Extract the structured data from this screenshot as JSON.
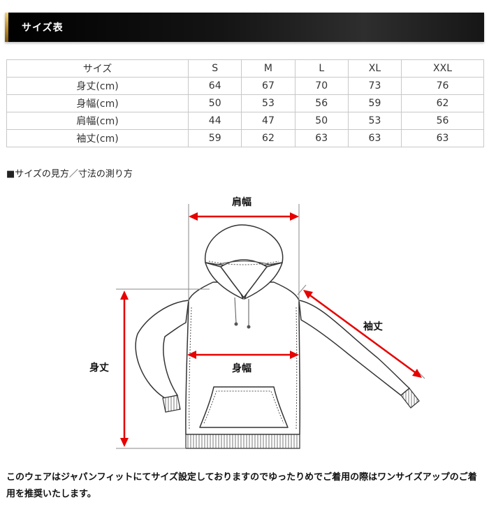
{
  "header": {
    "title": "サイズ表"
  },
  "size_table": {
    "columns": [
      "サイズ",
      "S",
      "M",
      "L",
      "XL",
      "XXL"
    ],
    "rows": [
      [
        "身丈(cm)",
        "64",
        "67",
        "70",
        "73",
        "76"
      ],
      [
        "身幅(cm)",
        "50",
        "53",
        "56",
        "59",
        "62"
      ],
      [
        "肩幅(cm)",
        "44",
        "47",
        "50",
        "53",
        "56"
      ],
      [
        "袖丈(cm)",
        "59",
        "62",
        "63",
        "63",
        "63"
      ]
    ]
  },
  "howto_heading": "■サイズの見方／寸法の測り方",
  "diagram": {
    "labels": {
      "shoulder": "肩幅",
      "sleeve": "袖丈",
      "length": "身丈",
      "width": "身幅"
    },
    "arrow_color": "#e60000",
    "outline_color": "#333333"
  },
  "note": "このウェアはジャパンフィットにてサイズ設定しておりますのでゆったりめでご着用の際はワンサイズアップのご着用を推奨いたします。"
}
